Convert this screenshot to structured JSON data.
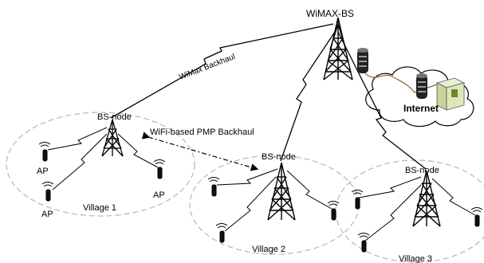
{
  "labels": {
    "wimax_bs": "WiMAX-BS",
    "wimax_backhaul": "WiMax Backhaul",
    "wifi_backhaul": "WiFi-based PMP Backhaul",
    "internet": "Internet",
    "bs_node_1": "BS-node",
    "bs_node_2": "BS-node",
    "bs_node_3": "BS-node",
    "village_1": "Village 1",
    "village_2": "Village 2",
    "village_3": "Village 3",
    "ap_1": "AP",
    "ap_2": "AP",
    "ap_3": "AP"
  }
}
